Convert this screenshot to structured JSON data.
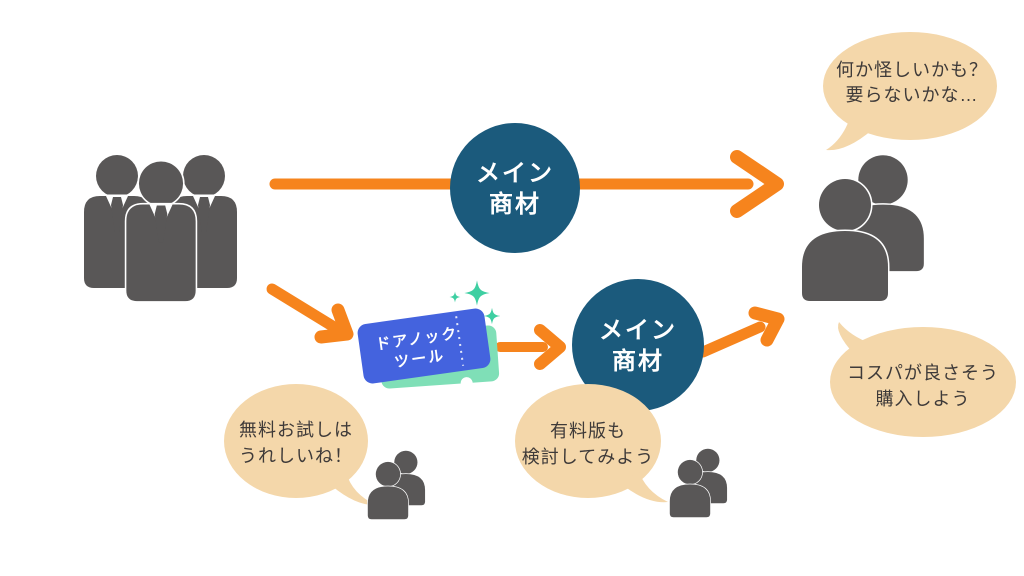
{
  "colors": {
    "orange": "#F6841D",
    "navy": "#1B5A7C",
    "peach": "#F4D7AA",
    "people_gray": "#595757",
    "ticket_blue": "#4463DE",
    "ticket_mint": "#7FDFB7",
    "sparkle_green": "#3ECFA2",
    "text_dark": "#3E3A39",
    "background": "#FFFFFF"
  },
  "nodes": {
    "main_product_top": {
      "line1": "メイン",
      "line2": "商材"
    },
    "main_product_bottom": {
      "line1": "メイン",
      "line2": "商材"
    },
    "doorknock_tool": {
      "line1": "ドアノック",
      "line2": "ツール"
    }
  },
  "bubbles": {
    "suspicious": {
      "line1": "何か怪しいかも？",
      "line2": "要らないかな…"
    },
    "free_trial": {
      "line1": "無料お試しは",
      "line2": "うれしいね！"
    },
    "paid_version": {
      "line1": "有料版も",
      "line2": "検討してみよう"
    },
    "cost_effective": {
      "line1": "コスパが良さそう",
      "line2": "購入しよう"
    }
  },
  "icons": {
    "seller_group": "three-businesspeople-silhouette",
    "buyer_pair": "two-people-silhouette",
    "trial_users": "two-people-silhouette-small",
    "paid_users": "two-people-silhouette-small",
    "ticket": "coupon-ticket",
    "sparkles": "four-point-stars"
  }
}
